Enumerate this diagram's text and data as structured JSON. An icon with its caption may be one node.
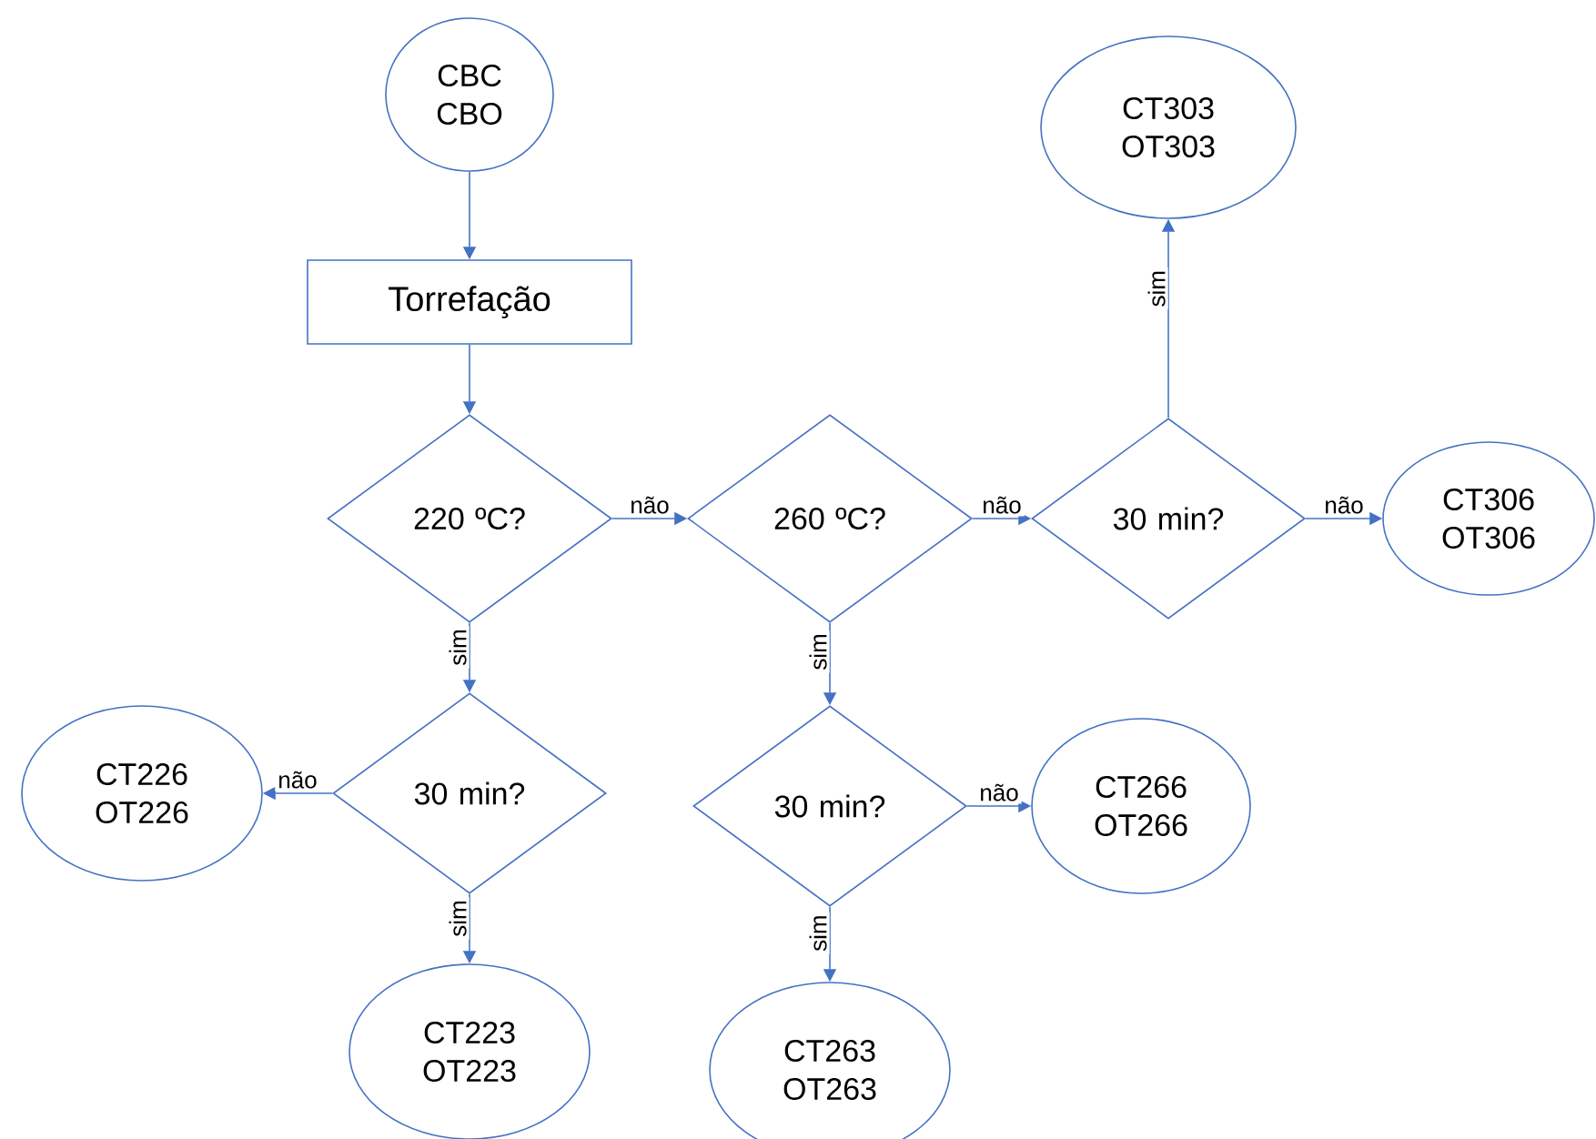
{
  "diagram": {
    "nodes": [
      {
        "text": [
          "CBC CBO"
        ]
      },
      {
        "text": [
          "Torrefação"
        ]
      },
      {
        "text": [
          "220 ºC?"
        ]
      },
      {
        "text": [
          "260 ºC?"
        ]
      },
      {
        "text": [
          "30 min?"
        ]
      },
      {
        "text": [
          "CT303 OT303"
        ]
      },
      {
        "text": [
          "CT306 OT306"
        ]
      },
      {
        "text": [
          "30 min?"
        ]
      },
      {
        "text": [
          "CT226 OT226"
        ]
      },
      {
        "text": [
          "CT223 OT223"
        ]
      },
      {
        "text": [
          "30 min?"
        ]
      },
      {
        "text": [
          "CT266 OT266"
        ]
      },
      {
        "text": [
          "CT263 OT263"
        ]
      }
    ],
    "edges": [
      {
        "from": 0,
        "to": 1,
        "arrow": "to"
      },
      {
        "from": 1,
        "to": 2,
        "arrow": "to"
      },
      {
        "from": 2,
        "to": 3,
        "arrow": "to",
        "label": "não"
      },
      {
        "from": 3,
        "to": 4,
        "arrow": "to",
        "label": "não"
      },
      {
        "from": 4,
        "to": 5,
        "arrow": "to",
        "label": "sim"
      },
      {
        "from": 4,
        "to": 6,
        "arrow": "to",
        "label": "não"
      },
      {
        "from": 2,
        "to": 7,
        "arrow": "to",
        "label": "sim"
      },
      {
        "from": 7,
        "to": 8,
        "arrow": "to",
        "label": "não"
      },
      {
        "from": 7,
        "to": 9,
        "arrow": "to",
        "label": "sim"
      },
      {
        "from": 3,
        "to": 10,
        "arrow": "to",
        "label": "sim"
      },
      {
        "from": 10,
        "to": 11,
        "arrow": "to",
        "label": "não"
      },
      {
        "from": 10,
        "to": 12,
        "arrow": "to",
        "label": "sim"
      }
    ]
  }
}
